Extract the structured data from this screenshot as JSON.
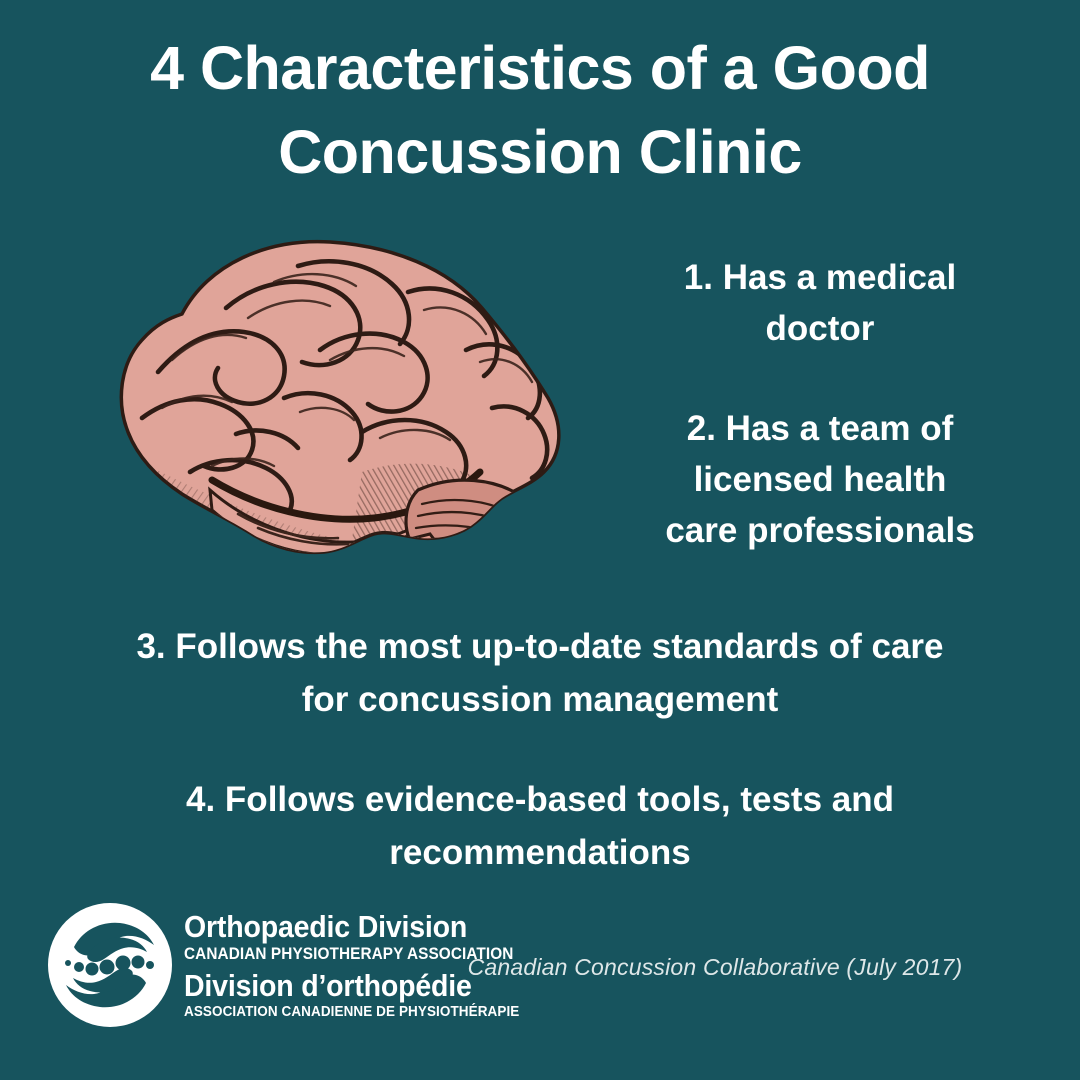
{
  "theme": {
    "background_color": "#17545e",
    "text_color": "#ffffff",
    "brain_fill": "#e0a499",
    "brain_ink": "#3b241c"
  },
  "title": {
    "line1": "4 Characteristics of a Good",
    "line2": "Concussion Clinic"
  },
  "illustration": {
    "name": "brain-illustration",
    "description": "vintage engraved lateral view of a human brain"
  },
  "characteristics": [
    {
      "number": "1.",
      "text": "1. Has a medical doctor",
      "lines": [
        "1. Has a medical",
        "doctor"
      ]
    },
    {
      "number": "2.",
      "text": "2. Has a team of licensed health care professionals",
      "lines": [
        "2. Has a team of",
        "licensed health",
        "care professionals"
      ]
    },
    {
      "number": "3.",
      "text": "3. Follows the most up-to-date standards of care for concussion management",
      "lines": [
        "3. Follows the most up-to-date standards of care",
        "for concussion management"
      ]
    },
    {
      "number": "4.",
      "text": "4. Follows evidence-based tools, tests and recommendations",
      "lines": [
        "4. Follows evidence-based tools, tests and",
        "recommendations"
      ]
    }
  ],
  "logo": {
    "mark_name": "orthopaedic-division-hands-spine-logo",
    "line1": "Orthopaedic Division",
    "line2": "CANADIAN PHYSIOTHERAPY ASSOCIATION",
    "line3": "Division d’orthopédie",
    "line4": "ASSOCIATION CANADIENNE DE PHYSIOTHÉRAPIE"
  },
  "attribution": {
    "text": "Canadian Concussion Collaborative (July 2017)"
  }
}
